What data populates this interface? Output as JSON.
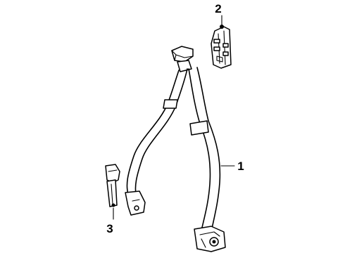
{
  "diagram": {
    "type": "parts-exploded-view",
    "parts": [
      {
        "callout": "1",
        "icon": "seat-belt-assembly"
      },
      {
        "callout": "2",
        "icon": "anchor-bracket"
      },
      {
        "callout": "3",
        "icon": "buckle"
      }
    ],
    "colors": {
      "line": "#000000",
      "background": "#ffffff"
    }
  }
}
